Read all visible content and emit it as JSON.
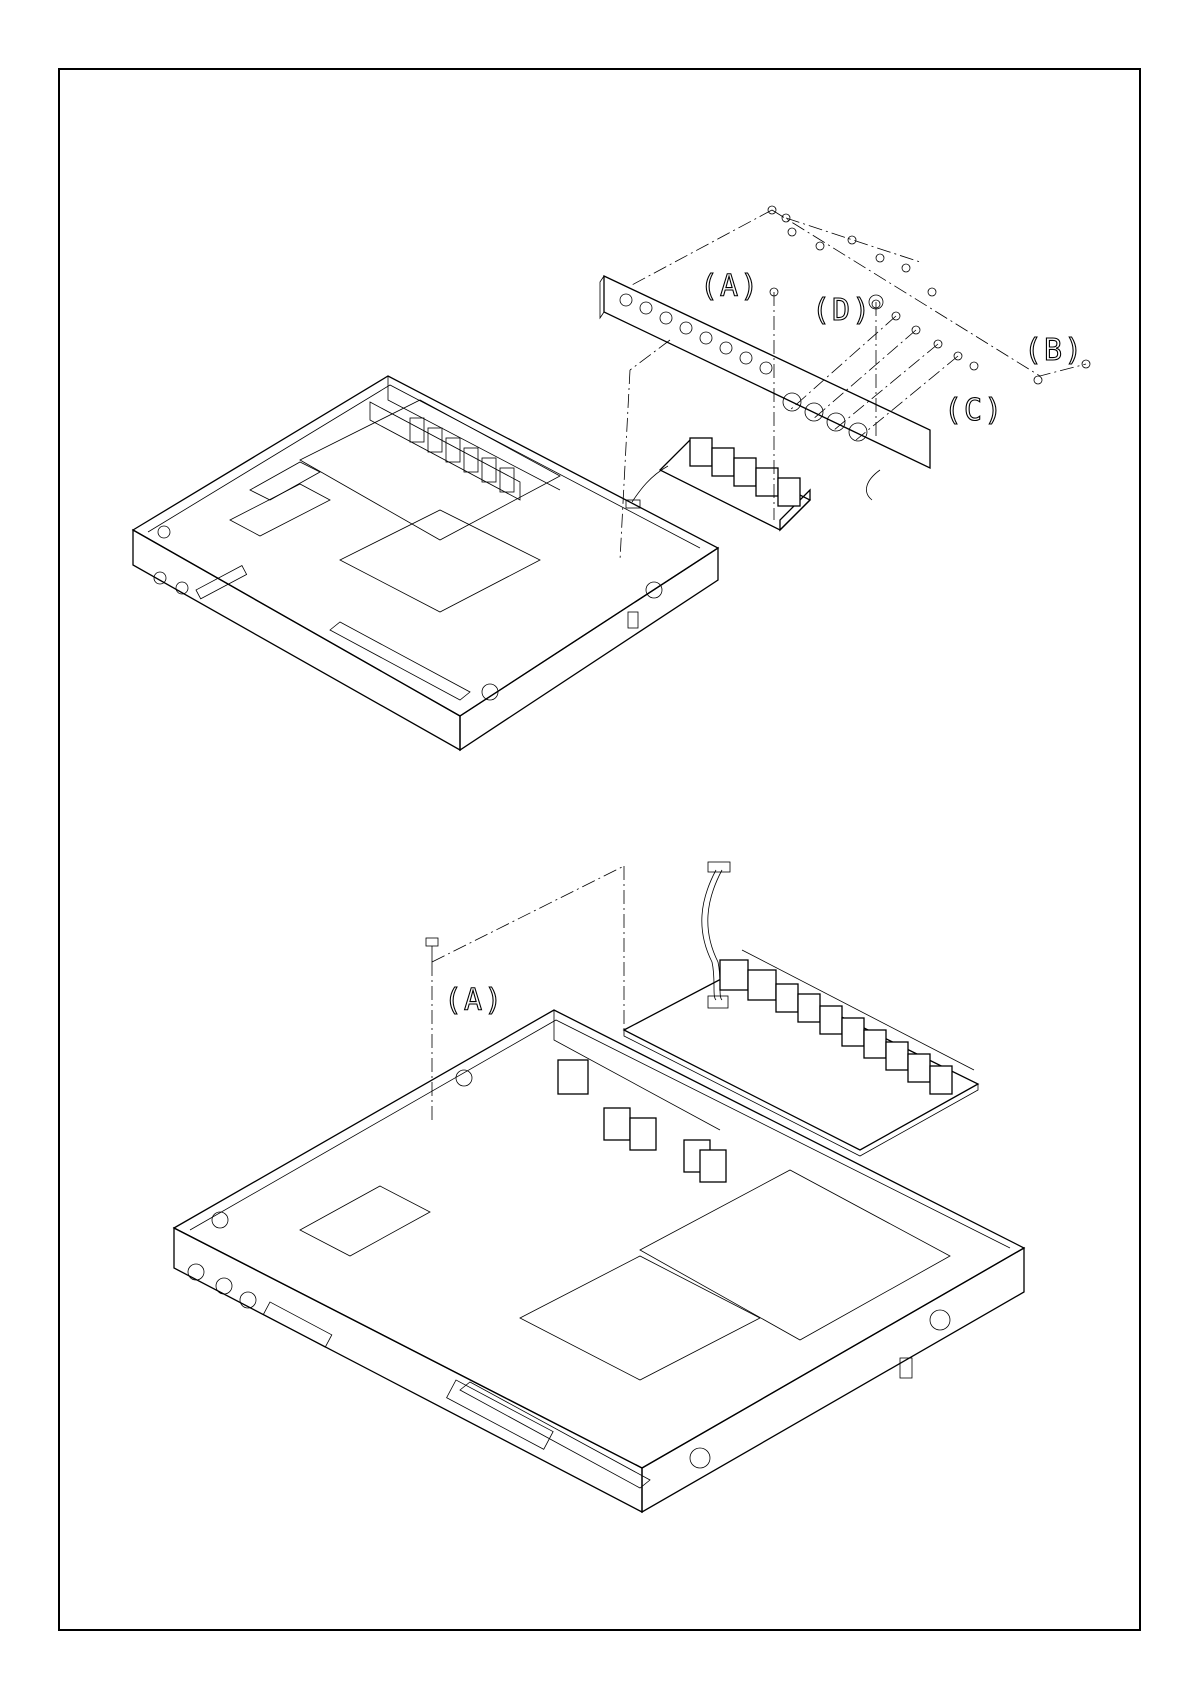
{
  "figure_top": {
    "callouts": {
      "a": "(A)",
      "b": "(B)",
      "c": "(C)",
      "d": "(D)"
    }
  },
  "figure_bottom": {
    "callouts": {
      "a": "(A)"
    }
  }
}
